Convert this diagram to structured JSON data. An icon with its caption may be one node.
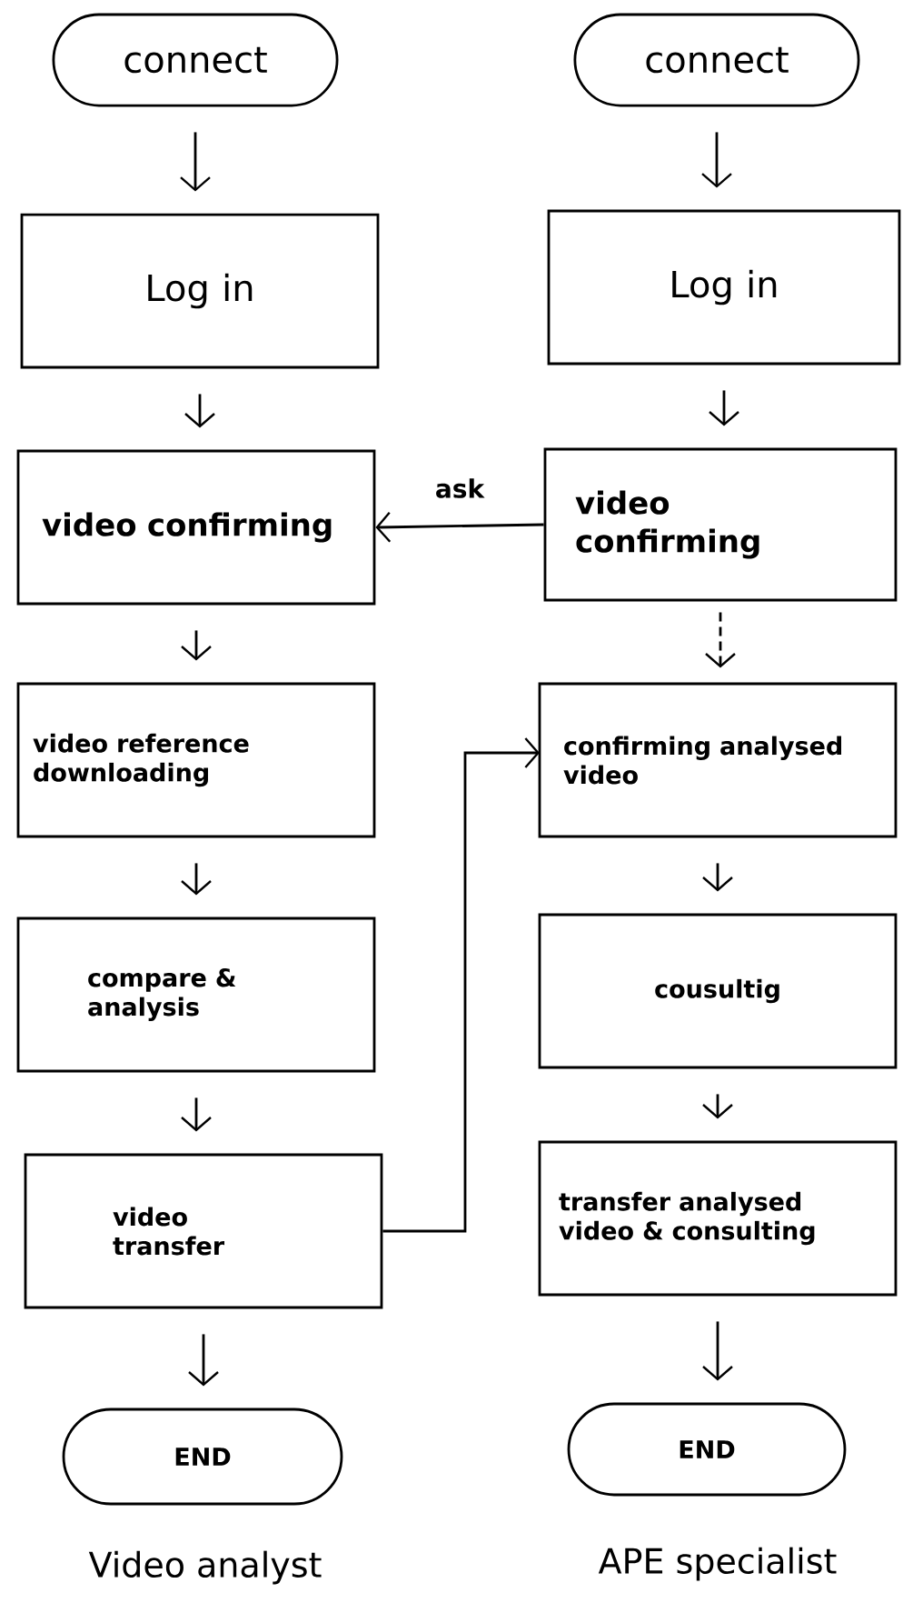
{
  "diagram": {
    "nodes": [
      {
        "text": [
          "connect"
        ]
      },
      {
        "text": [
          "Log in"
        ]
      },
      {
        "text": [
          "video confirming"
        ]
      },
      {
        "text": [
          "video reference downloading"
        ]
      },
      {
        "text": [
          "compare & analysis"
        ]
      },
      {
        "text": [
          "video transfer"
        ]
      },
      {
        "text": [
          "END"
        ]
      },
      {
        "text": [
          "connect"
        ]
      },
      {
        "text": [
          "Log in"
        ]
      },
      {
        "text": [
          "video confirming"
        ]
      },
      {
        "text": [
          "confirming analysed video"
        ]
      },
      {
        "text": [
          "cousultig"
        ]
      },
      {
        "text": [
          "transfer analysed video & consulting"
        ]
      },
      {
        "text": [
          "END"
        ]
      }
    ],
    "edges": [
      {
        "from": 0,
        "to": 1,
        "arrow": "to"
      },
      {
        "from": 1,
        "to": 2,
        "arrow": "to"
      },
      {
        "from": 2,
        "to": 3,
        "arrow": "to"
      },
      {
        "from": 3,
        "to": 4,
        "arrow": "to"
      },
      {
        "from": 4,
        "to": 5,
        "arrow": "to"
      },
      {
        "from": 5,
        "to": 6,
        "arrow": "to"
      },
      {
        "from": 7,
        "to": 8,
        "arrow": "to"
      },
      {
        "from": 8,
        "to": 9,
        "arrow": "to"
      },
      {
        "from": 9,
        "to": 2,
        "arrow": "to",
        "label": "ask"
      },
      {
        "from": 9,
        "to": 10,
        "arrow": "to",
        "style": "dashed"
      },
      {
        "from": 5,
        "to": 10,
        "arrow": "to"
      },
      {
        "from": 10,
        "to": 11,
        "arrow": "to"
      },
      {
        "from": 11,
        "to": 12,
        "arrow": "to"
      },
      {
        "from": 12,
        "to": 13,
        "arrow": "to"
      }
    ],
    "labels": [
      "Video analyst",
      "APE specialist"
    ]
  }
}
